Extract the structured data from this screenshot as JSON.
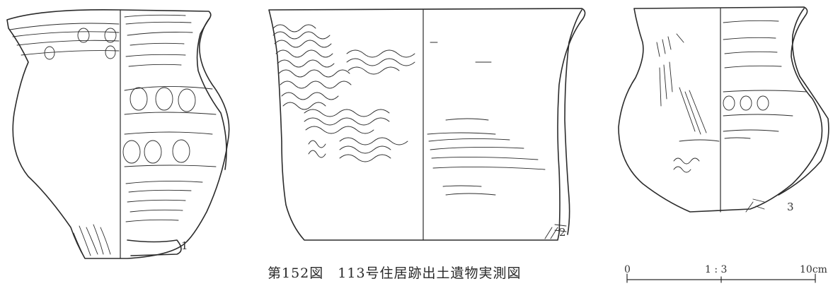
{
  "figure": {
    "caption": "第152図　113号住居跡出土遺物実測図",
    "pot_labels": [
      "1",
      "2",
      "3"
    ]
  },
  "scale_bar": {
    "left_label": "0",
    "ratio_label": "1 : 3",
    "right_label": "10cm"
  }
}
